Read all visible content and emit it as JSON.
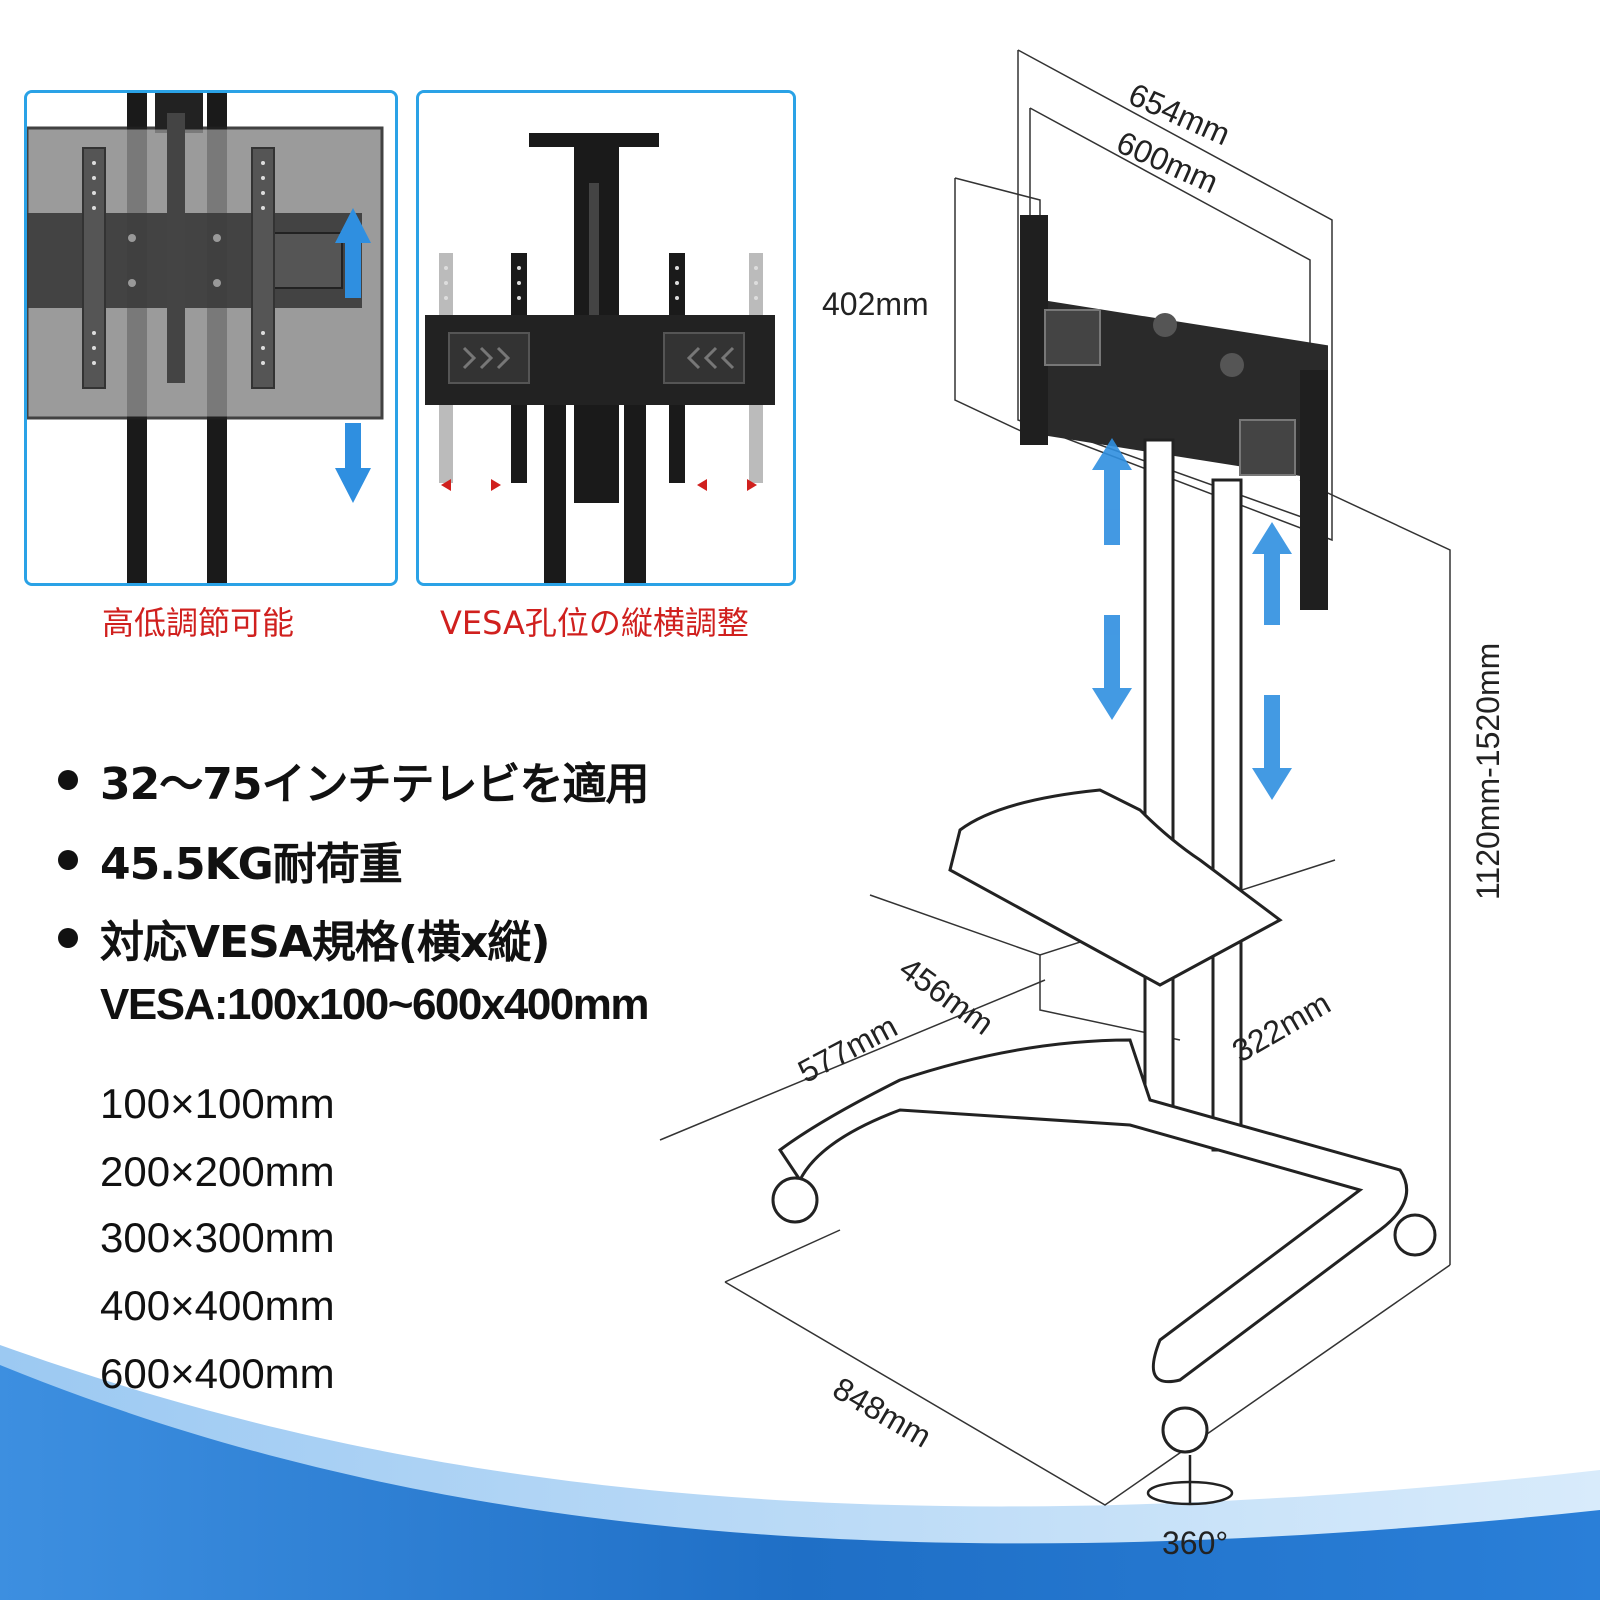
{
  "panels": {
    "height_adjust_caption": "高低調節可能",
    "vesa_adjust_caption": "VESA孔位の縦横調整"
  },
  "features": [
    "32～75インチテレビを適用",
    "45.5KG耐荷重",
    "対応VESA規格(横x縦)"
  ],
  "vesa_range": "VESA:100x100~600x400mm",
  "vesa_sizes": [
    "100×100mm",
    "200×200mm",
    "300×300mm",
    "400×400mm",
    "600×400mm"
  ],
  "dimensions": {
    "outer_width": "654mm",
    "inner_width": "600mm",
    "mount_height": "402mm",
    "total_height": "1120mm-1520mm",
    "shelf_depth": "456mm",
    "shelf_width": "322mm",
    "base_depth": "577mm",
    "base_width": "848mm",
    "rotation": "360°"
  },
  "colors": {
    "panel_border": "#2aa2e6",
    "caption_red": "#d0201e",
    "arrow_blue": "#2f8fe0",
    "wave_blue": "#1f6fc6"
  }
}
